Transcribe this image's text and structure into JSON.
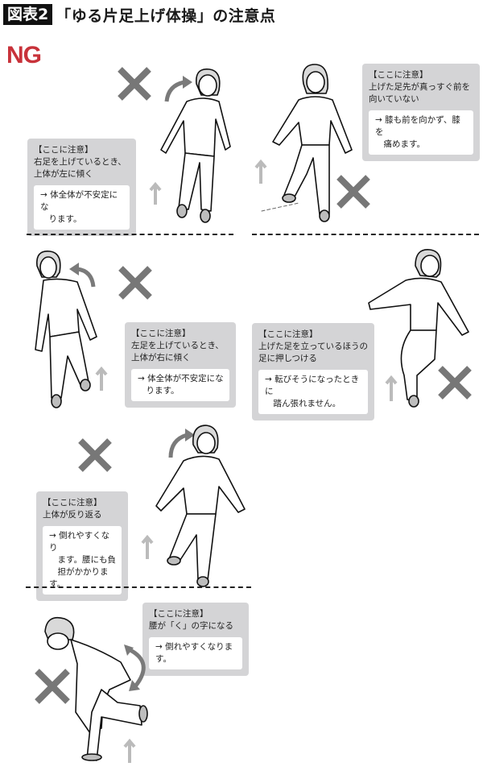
{
  "header": {
    "figure_label": "図表2",
    "title": "「ゆる片足上げ体操」の注意点"
  },
  "ng_label": "NG",
  "colors": {
    "ng_red": "#c8323a",
    "note_bg": "#d4d4d6",
    "x_mark": "#777777",
    "arrow_gray": "#bbbbbb"
  },
  "notes": [
    {
      "head": "【ここに注意】",
      "body": "右足を上げているとき、\n上体が左に傾く",
      "result": "→ 体全体が不安定にな\n　ります。"
    },
    {
      "head": "【ここに注意】",
      "body": "上げた足先が真っすぐ前を\n向いていない",
      "result": "→ 膝も前を向かず、膝を\n　痛めます。"
    },
    {
      "head": "【ここに注意】",
      "body": "左足を上げているとき、\n上体が右に傾く",
      "result": "→ 体全体が不安定にな\n　ります。"
    },
    {
      "head": "【ここに注意】",
      "body": "上げた足を立っているほうの\n足に押しつける",
      "result": "→ 転びそうになったときに\n　踏ん張れません。"
    },
    {
      "head": "【ここに注意】",
      "body": "上体が反り返る",
      "result": "→ 倒れやすくなり\n　ます。腰にも負\n　担がかかります。"
    },
    {
      "head": "【ここに注意】",
      "body": "腰が「く」の字になる",
      "result": "→ 倒れやすくなります。"
    }
  ],
  "icons": {
    "x_mark": "x-mark-icon",
    "up_arrow": "up-arrow-icon",
    "curved_arrow": "curved-arrow-icon"
  }
}
